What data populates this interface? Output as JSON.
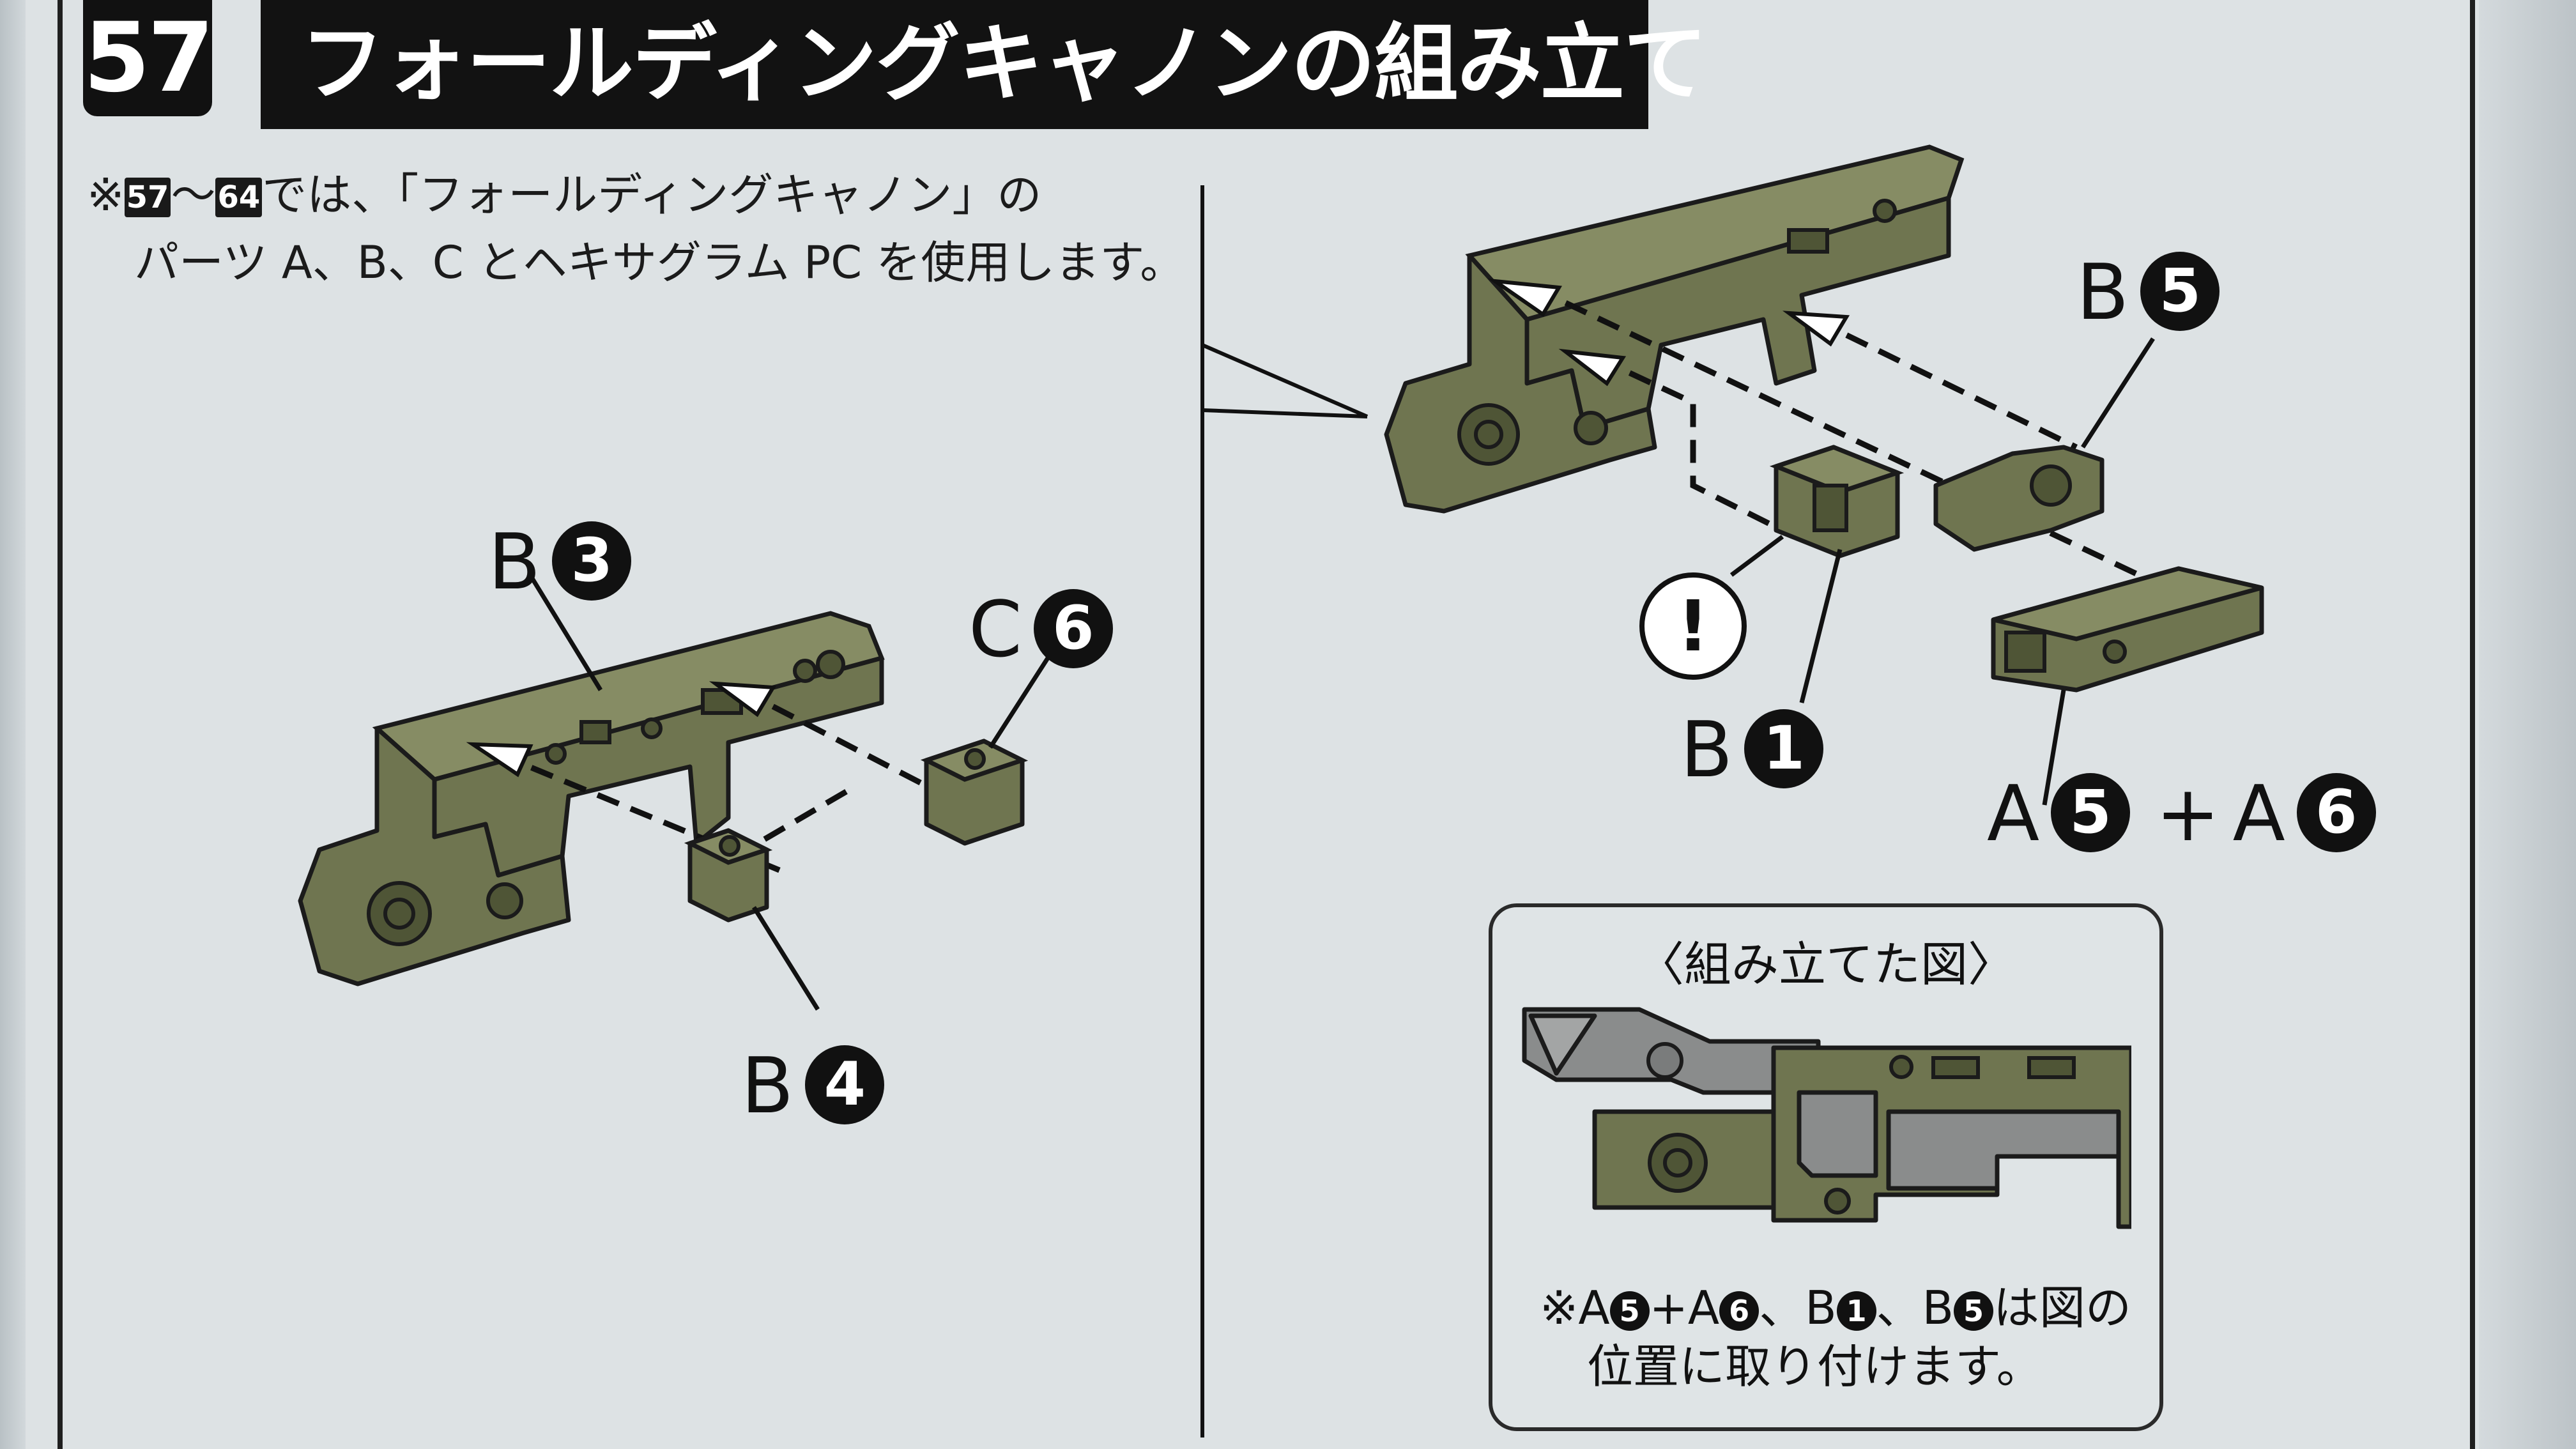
{
  "step": {
    "number": "57",
    "title": "フォールディングキャノンの組み立て"
  },
  "intro": {
    "prefix": "※",
    "step_from": "57",
    "range_sep": "〜",
    "step_to": "64",
    "line1_rest": "では、「フォールディングキャノン」の",
    "line2": "パーツ A、B、C とヘキサグラム PC を使用します。"
  },
  "labels": {
    "b3": {
      "letter": "B",
      "num": "3"
    },
    "c6": {
      "letter": "C",
      "num": "6"
    },
    "b4": {
      "letter": "B",
      "num": "4"
    },
    "b5": {
      "letter": "B",
      "num": "5"
    },
    "b1": {
      "letter": "B",
      "num": "1"
    },
    "a5": {
      "letter": "A",
      "num": "5"
    },
    "plus": "+",
    "a6": {
      "letter": "A",
      "num": "6"
    },
    "caution": "!"
  },
  "inset": {
    "title": "〈組み立てた図〉",
    "note_prefix": "※A",
    "note_n1": "5",
    "note_plus": "+A",
    "note_n2": "6",
    "note_b": "、B",
    "note_n3": "1",
    "note_b2": "、B",
    "note_n4": "5",
    "note_tail": "は図の",
    "note_line2": "位置に取り付けます。"
  }
}
